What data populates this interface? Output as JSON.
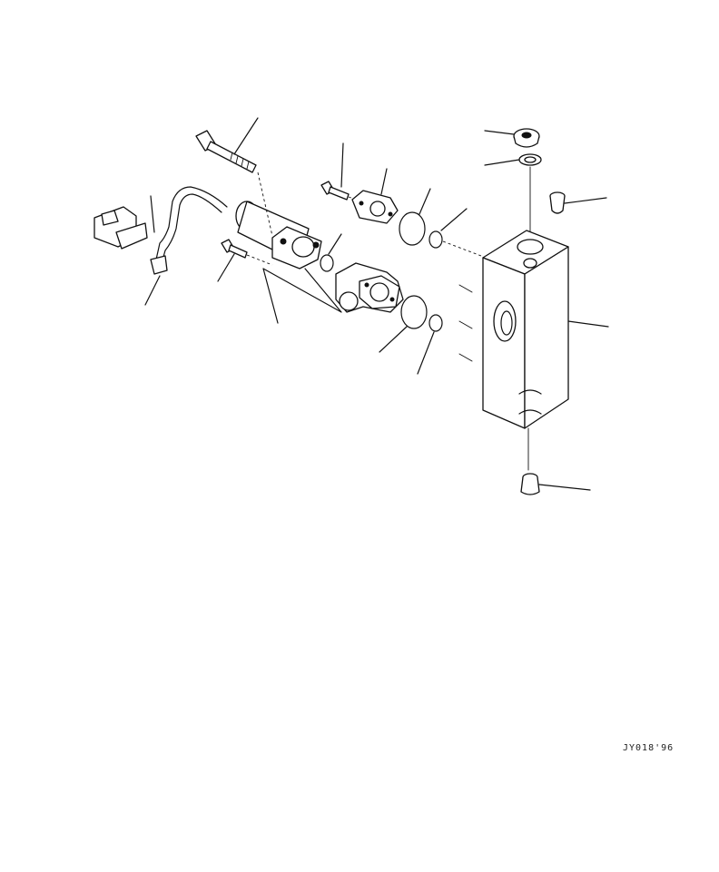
{
  "drawing": {
    "code": "JY018'96"
  },
  "parts": [
    {
      "id": "long-bolt",
      "icon": "bolt-icon"
    },
    {
      "id": "solenoid-coil",
      "icon": "solenoid-icon"
    },
    {
      "id": "wire-harness-connector",
      "icon": "connector-icon"
    },
    {
      "id": "small-bolt",
      "icon": "bolt-icon"
    },
    {
      "id": "valve-body",
      "icon": "valve-icon"
    },
    {
      "id": "cover-flange",
      "icon": "flange-icon"
    },
    {
      "id": "o-ring-large",
      "icon": "o-ring-icon"
    },
    {
      "id": "o-ring-small",
      "icon": "o-ring-icon"
    },
    {
      "id": "manifold-block",
      "icon": "block-icon"
    },
    {
      "id": "plug",
      "icon": "plug-icon"
    },
    {
      "id": "washer",
      "icon": "washer-icon"
    }
  ]
}
